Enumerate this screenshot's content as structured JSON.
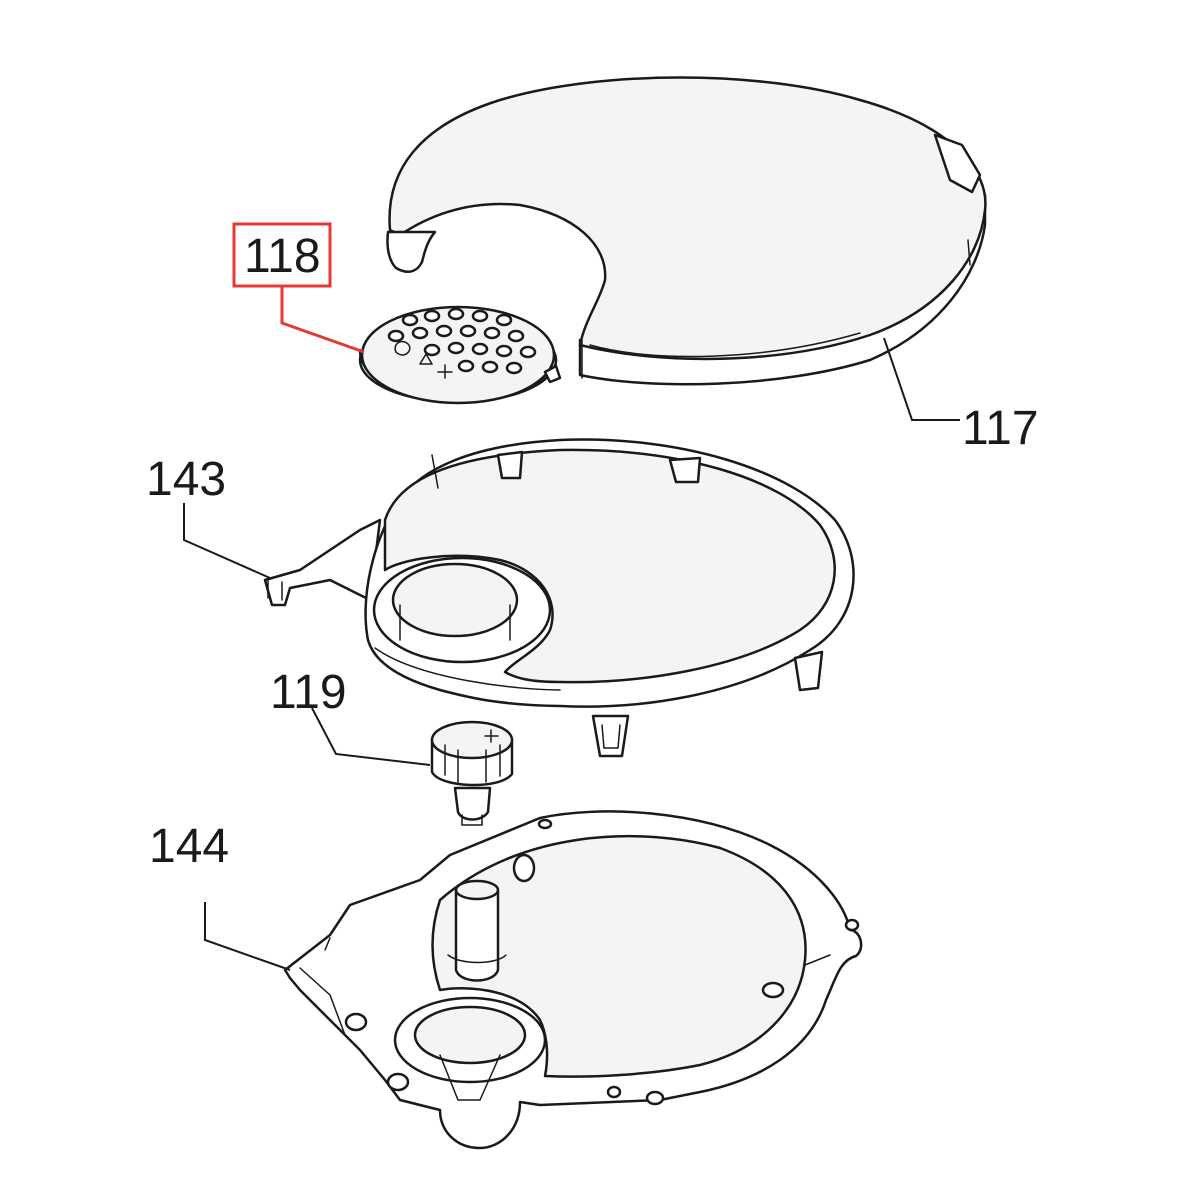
{
  "parts": [
    {
      "id": "117",
      "label": "117",
      "highlighted": false
    },
    {
      "id": "118",
      "label": "118",
      "highlighted": true
    },
    {
      "id": "119",
      "label": "119",
      "highlighted": false
    },
    {
      "id": "143",
      "label": "143",
      "highlighted": false
    },
    {
      "id": "144",
      "label": "144",
      "highlighted": false
    }
  ],
  "colors": {
    "highlight": "#e53935",
    "line": "#1a1a1a",
    "background": "#ffffff"
  }
}
